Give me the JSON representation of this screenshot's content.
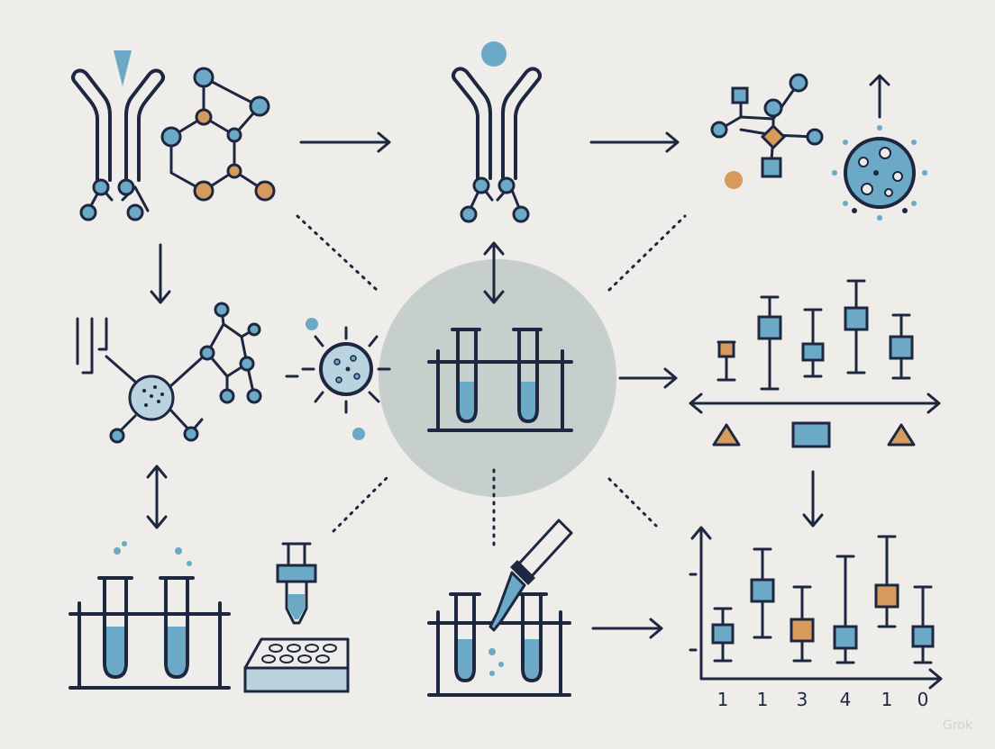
{
  "colors": {
    "ink": "#1e2740",
    "blue": "#6ba9c7",
    "orange": "#d59a5c",
    "halo": "#c7cfcc",
    "background": "#eeede9"
  },
  "icons": [
    "antibody-icon",
    "molecule-icon",
    "virus-icon",
    "test-tube-rack-icon",
    "pipette-icon",
    "well-plate-icon",
    "dropper-icon",
    "box-plot-icon",
    "balance-icon",
    "arrow-icon"
  ],
  "plot": {
    "tick_labels": [
      "1",
      "1",
      "3",
      "4",
      "1",
      "0"
    ]
  },
  "watermark": "Grok"
}
